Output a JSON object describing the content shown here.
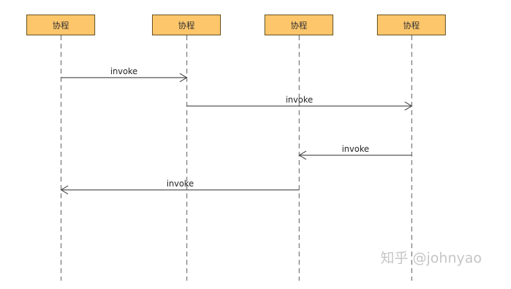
{
  "actors": [
    {
      "label": "协程"
    },
    {
      "label": "协程"
    },
    {
      "label": "协程"
    },
    {
      "label": "协程"
    }
  ],
  "messages": [
    {
      "from": 0,
      "to": 1,
      "label": "invoke"
    },
    {
      "from": 1,
      "to": 3,
      "label": "invoke"
    },
    {
      "from": 3,
      "to": 2,
      "label": "invoke"
    },
    {
      "from": 2,
      "to": 0,
      "label": "invoke"
    }
  ],
  "watermark": "知乎 @johnyao",
  "colors": {
    "actor_fill": "#fdc66b",
    "actor_border": "#5c4a1a",
    "line": "#4d4d4d",
    "watermark": "#c6c6c6"
  }
}
